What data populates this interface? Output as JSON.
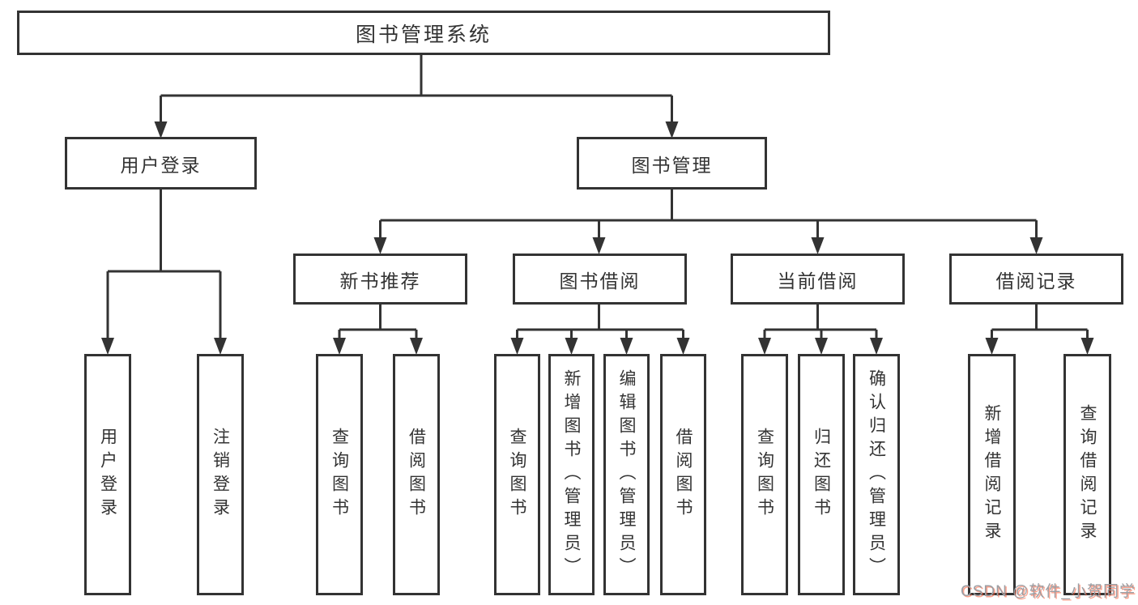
{
  "colors": {
    "background": "#ffffff",
    "line": "#333333",
    "box_border": "#333333",
    "text": "#333333",
    "watermark_gray": "#9b9ea3",
    "watermark_red": "#fc5531"
  },
  "tree": {
    "root": {
      "label": "图书管理系统"
    },
    "user_login": {
      "label": "用户登录",
      "children": [
        {
          "label": "用户登录"
        },
        {
          "label": "注销登录"
        }
      ]
    },
    "book_mgmt": {
      "label": "图书管理",
      "sections": [
        {
          "label": "新书推荐",
          "children": [
            {
              "label": "查询图书"
            },
            {
              "label": "借阅图书"
            }
          ]
        },
        {
          "label": "图书借阅",
          "children": [
            {
              "label": "查询图书"
            },
            {
              "label": "新增图书（管理员）"
            },
            {
              "label": "编辑图书（管理员）"
            },
            {
              "label": "借阅图书"
            }
          ]
        },
        {
          "label": "当前借阅",
          "children": [
            {
              "label": "查询图书"
            },
            {
              "label": "归还图书"
            },
            {
              "label": "确认归还（管理员）"
            }
          ]
        },
        {
          "label": "借阅记录",
          "children": [
            {
              "label": "新增借阅记录"
            },
            {
              "label": "查询借阅记录"
            }
          ]
        }
      ]
    }
  },
  "watermark": {
    "text": "CSDN @软件_小贺同学"
  }
}
